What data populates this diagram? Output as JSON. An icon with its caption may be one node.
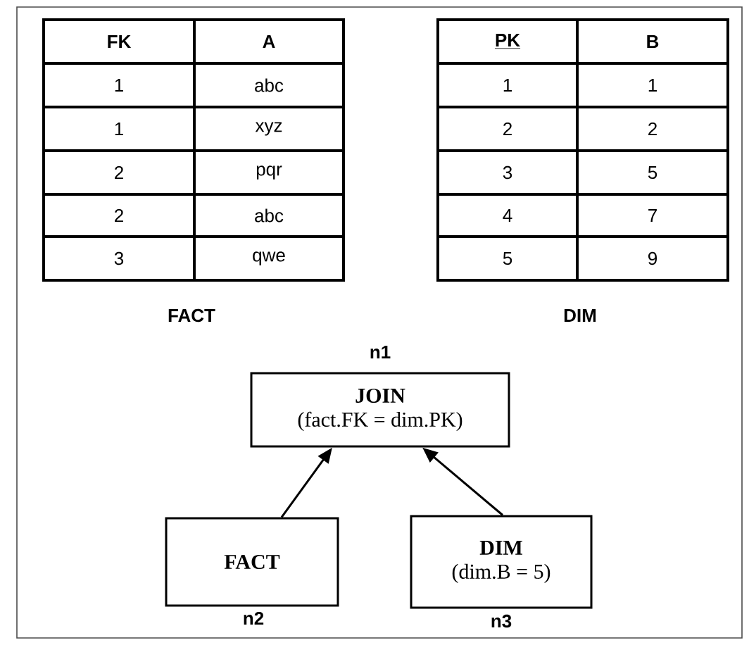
{
  "diagram": {
    "nodes": [
      {
        "text": [
          "JOIN",
          "(fact.FK = dim.PK)"
        ],
        "beside": [
          "n1"
        ]
      },
      {
        "text": [
          "FACT"
        ],
        "beside": [
          "n2"
        ]
      },
      {
        "text": [
          "DIM",
          "(dim.B = 5)"
        ],
        "beside": [
          "n3"
        ]
      }
    ],
    "edges": [
      {
        "from": 1,
        "to": 0,
        "arrow": "to"
      },
      {
        "from": 2,
        "to": 0,
        "arrow": "to"
      }
    ],
    "labels": [
      "FK",
      "A",
      "1",
      "abc",
      "1",
      "xyz",
      "2",
      "pqr",
      "2",
      "abc",
      "3",
      "qwe",
      "FACT",
      "PK",
      "B",
      "1",
      "1",
      "2",
      "2",
      "3",
      "5",
      "4",
      "7",
      "5",
      "9",
      "DIM"
    ]
  }
}
